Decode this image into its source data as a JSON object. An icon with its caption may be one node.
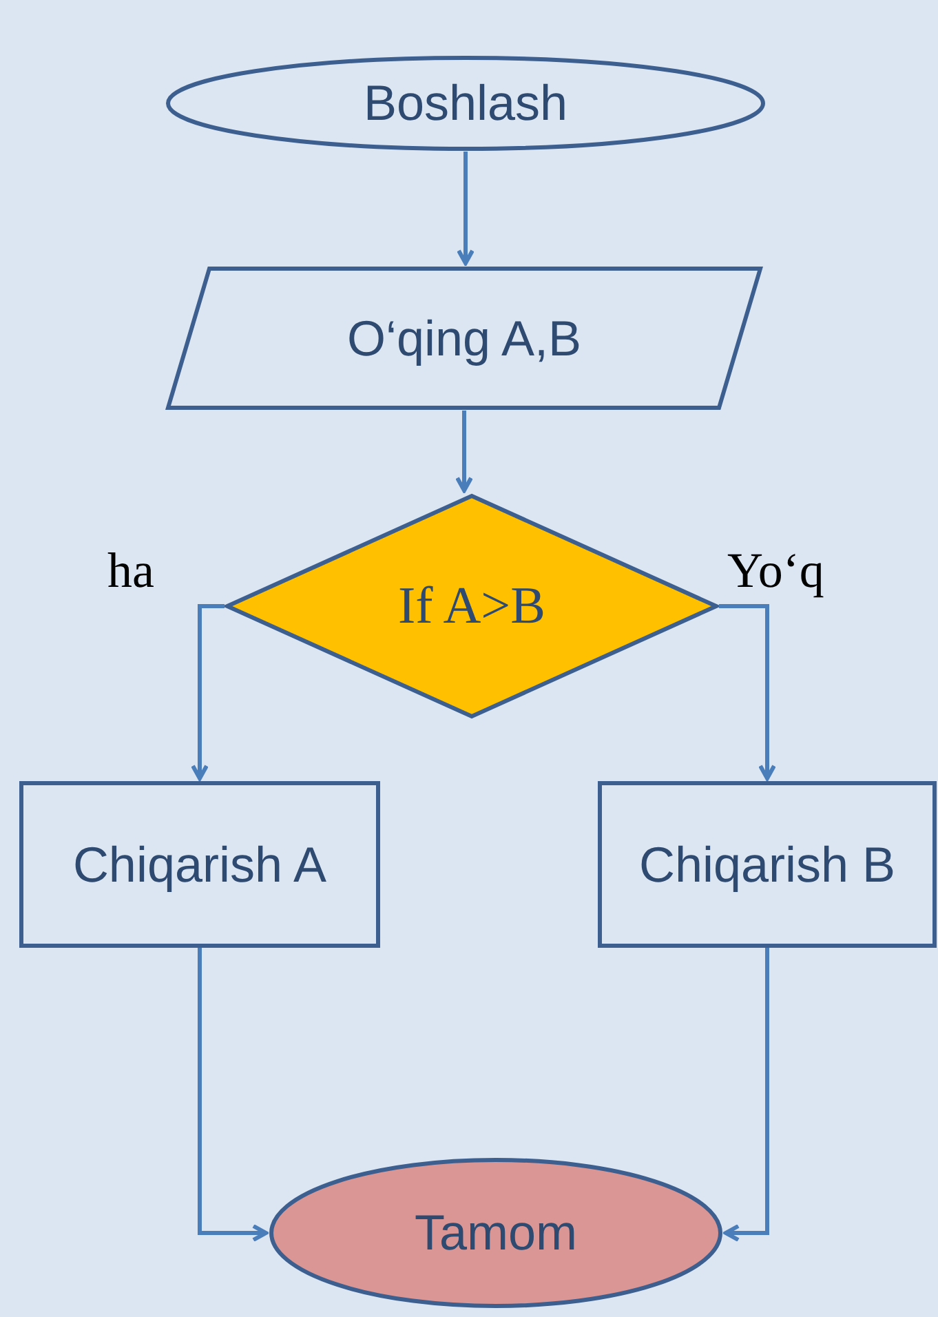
{
  "diagram": {
    "nodes": [
      {
        "text": [
          "Boshlash"
        ]
      },
      {
        "text": [
          "O‘qing A,B"
        ]
      },
      {
        "text": [
          "If A>B"
        ]
      },
      {
        "text": [
          "Chiqarish A"
        ]
      },
      {
        "text": [
          "Chiqarish B"
        ]
      },
      {
        "text": [
          "Tamom"
        ]
      }
    ],
    "edges": [
      {
        "from": 0,
        "to": 1,
        "arrow": "to"
      },
      {
        "from": 1,
        "to": 2,
        "arrow": "to"
      },
      {
        "from": 2,
        "to": 3,
        "arrow": "to",
        "label": "ha"
      },
      {
        "from": 2,
        "to": 4,
        "arrow": "to",
        "label": "Yo‘q"
      },
      {
        "from": 3,
        "to": 5,
        "arrow": "to"
      },
      {
        "from": 4,
        "to": 5,
        "arrow": "to"
      }
    ]
  }
}
